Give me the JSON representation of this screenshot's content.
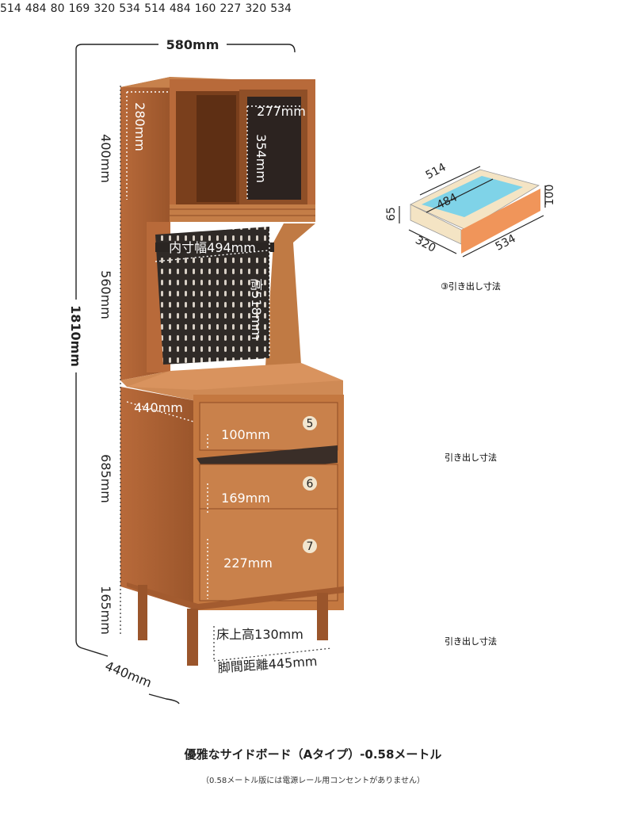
{
  "cabinet": {
    "width_total": "580mm",
    "height_total": "1810mm",
    "depth_total": "440mm",
    "seg_top": "400mm",
    "seg_mid": "560mm",
    "seg_lower": "685mm",
    "seg_leg": "165mm",
    "upper_inner_height": "280mm",
    "door_width": "277mm",
    "door_height": "354mm",
    "pegboard_height": "高518mm",
    "pegboard_width": "内寸幅494mm",
    "counter_depth": "440mm",
    "drawer5_height": "100mm",
    "drawer6_height": "169mm",
    "drawer7_height": "227mm",
    "drawer5_num": "5",
    "drawer6_num": "6",
    "drawer7_num": "7",
    "floor_clearance": "床上高130mm",
    "leg_span": "脚間距離445mm"
  },
  "drawers": [
    {
      "back_width": "514",
      "inner_width": "484",
      "front_width": "534",
      "depth": "320",
      "inner_height": "65",
      "front_height": "100",
      "caption": "③引き出し寸法"
    },
    {
      "back_width": "514",
      "inner_width": "484",
      "front_width": "534",
      "depth": "320",
      "inner_height": "80",
      "front_height": "169",
      "caption": "引き出し寸法"
    },
    {
      "back_width": "514",
      "inner_width": "484",
      "front_width": "534",
      "depth": "320",
      "inner_height": "160",
      "front_height": "227",
      "caption": "引き出し寸法"
    }
  ],
  "title": "優雅なサイドボード（Aタイプ）-0.58メートル",
  "note": "（0.58メートル版には電源レール用コンセントがありません）",
  "colors": {
    "wood": "#b86a3a",
    "wood_dark": "#8e4c25",
    "wood_light": "#cf8a55",
    "pegboard": "#2f2a27",
    "drawer_front": "#f0955a",
    "drawer_inner": "#f4e4c4",
    "drawer_floor": "#7fd3e8"
  }
}
